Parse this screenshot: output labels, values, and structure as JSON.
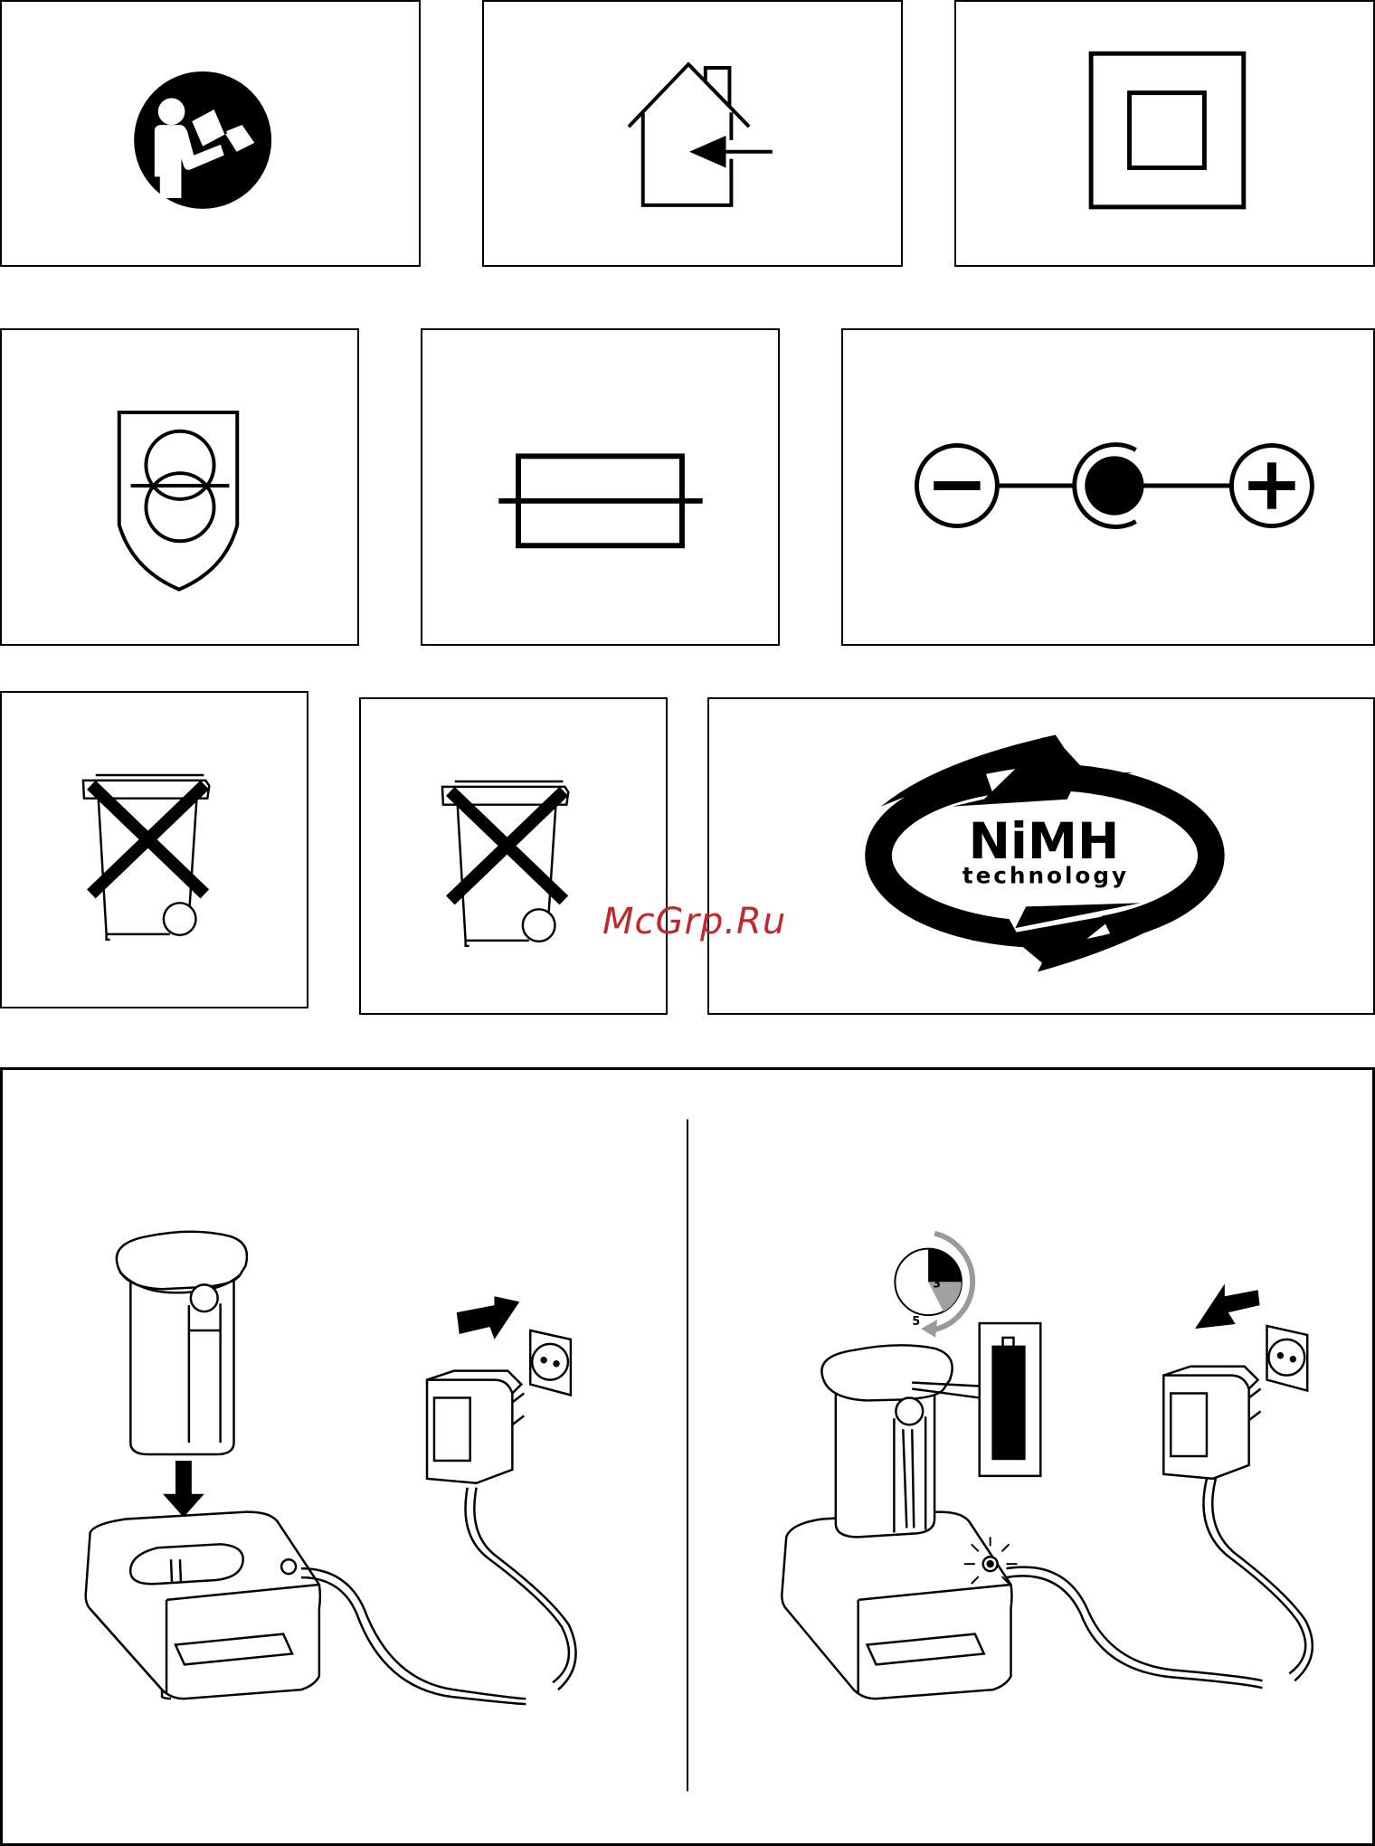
{
  "colors": {
    "ink": "#000000",
    "paper": "#ffffff",
    "watermark": "#c0282d",
    "timer_arrow": "#9a9a9a",
    "timer_slice": "#a0a0a0"
  },
  "symbols": [
    {
      "id": "read-manual",
      "icon": "read-manual-icon"
    },
    {
      "id": "indoor-use",
      "icon": "indoor-use-icon"
    },
    {
      "id": "double-insulation",
      "icon": "double-insulation-icon"
    },
    {
      "id": "safety-transformer",
      "icon": "safety-transformer-icon"
    },
    {
      "id": "fuse",
      "icon": "fuse-icon"
    },
    {
      "id": "dc-polarity",
      "icon": "dc-polarity-icon"
    },
    {
      "id": "weee-bin-1",
      "icon": "crossed-bin-icon"
    },
    {
      "id": "weee-bin-2",
      "icon": "crossed-bin-icon"
    },
    {
      "id": "nimh",
      "icon": "nimh-technology-logo"
    }
  ],
  "nimh_logo": {
    "main_text": "NiMH",
    "sub_text": "technology"
  },
  "charging_illustration": {
    "timer_labels": [
      "3",
      "5"
    ]
  },
  "watermark": "McGrp.Ru"
}
